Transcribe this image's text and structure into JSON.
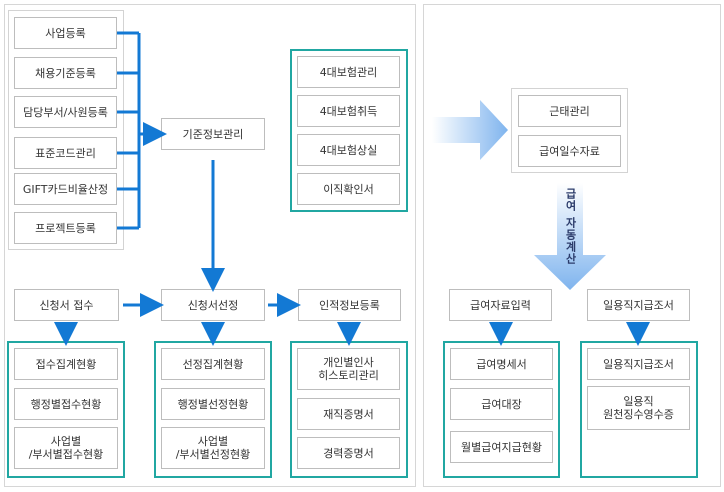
{
  "colors": {
    "blue_line": "#1379d4",
    "teal_border": "#21a7a2",
    "box_border": "#bdbdbd",
    "big_arrow": "#9cc5f2"
  },
  "left_panel": {
    "setup_items": [
      "사업등록",
      "채용기준등록",
      "담당부서/사원등록",
      "표준코드관리",
      "GIFT카드비율산정",
      "프로젝트등록"
    ],
    "master": "기준정보관리",
    "insurance_items": [
      "4대보험관리",
      "4대보험취득",
      "4대보험상실",
      "이직확인서"
    ],
    "flow": {
      "apply": "신청서 접수",
      "select": "신청서선정",
      "register": "인적정보등록"
    },
    "apply_reports": [
      "접수집계현황",
      "행정별접수현황",
      "사업별\n/부서별접수현황"
    ],
    "select_reports": [
      "선정집계현황",
      "행정별선정현황",
      "사업별\n/부서별선정현황"
    ],
    "register_reports": [
      "개인별인사\n히스토리관리",
      "재직증명서",
      "경력증명서"
    ]
  },
  "right_panel": {
    "attendance_items": [
      "근태관리",
      "급여일수자료"
    ],
    "auto_calc_label": "급여 자동계산",
    "payroll_input": "급여자료입력",
    "daily_pay": "일용직지급조서",
    "payroll_reports": [
      "급여명세서",
      "급여대장",
      "월별급여지급현황"
    ],
    "daily_reports": [
      "일용직지급조서",
      "일용직\n원천징수영수증"
    ]
  }
}
